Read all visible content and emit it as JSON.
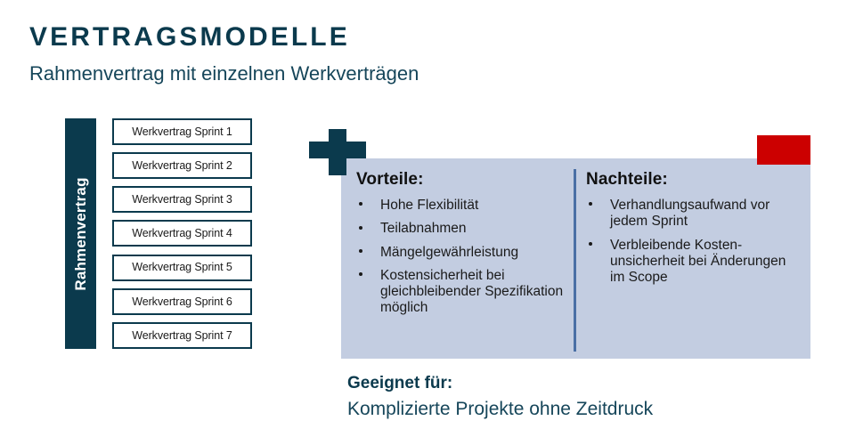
{
  "header": {
    "title": "VERTRAGSMODELLE",
    "subtitle": "Rahmenvertrag mit einzelnen Werkverträgen"
  },
  "diagram": {
    "framework_label": "Rahmenvertrag",
    "sprints": [
      "Werkvertrag Sprint 1",
      "Werkvertrag Sprint 2",
      "Werkvertrag Sprint 3",
      "Werkvertrag Sprint 4",
      "Werkvertrag Sprint 5",
      "Werkvertrag Sprint 6",
      "Werkvertrag Sprint 7"
    ],
    "plus_icon": "plus-icon"
  },
  "panel": {
    "pros": {
      "heading": "Vorteile:",
      "items": [
        "Hohe Flexibilität",
        "Teilabnahmen",
        "Mängelgewährleistung",
        "Kostensicherheit bei gleichbleibender Spezifikation möglich"
      ]
    },
    "cons": {
      "heading": "Nachteile:",
      "items": [
        "Verhandlungsaufwand vor jedem Sprint",
        "Verbleibende Kosten-unsicherheit bei Änderungen im Scope"
      ]
    }
  },
  "footer": {
    "heading": "Geeignet für:",
    "text": "Komplizierte Projekte ohne Zeitdruck"
  },
  "colors": {
    "navy": "#0b3a4d",
    "panel_blue": "#c3cde1",
    "divider_blue": "#4a6fa5",
    "accent_red": "#cc0000",
    "text_dark": "#1a1a1a"
  }
}
